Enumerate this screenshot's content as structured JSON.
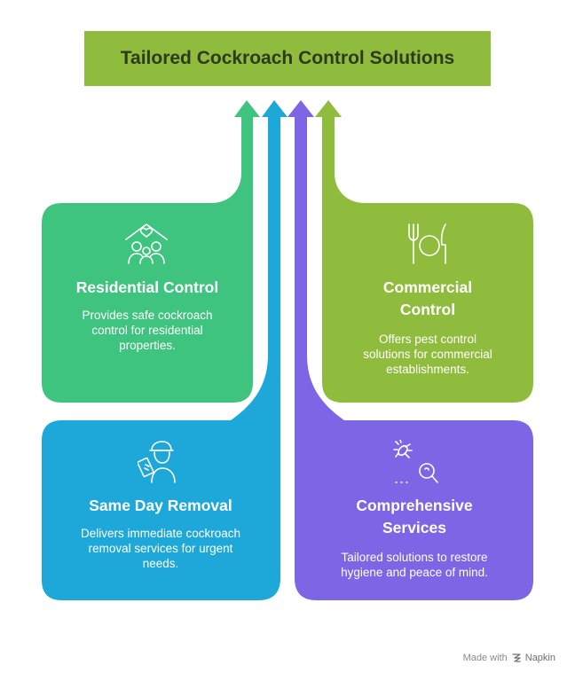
{
  "title": "Tailored Cockroach Control Solutions",
  "colors": {
    "title_bg": "#8fbc3c",
    "residential": "#3ec47f",
    "commercial": "#8fbc3c",
    "same_day": "#1ea7d9",
    "comprehensive": "#7c66e6"
  },
  "cards": {
    "residential": {
      "title": "Residential Control",
      "desc": [
        "Provides safe cockroach",
        "control for residential",
        "properties."
      ],
      "icon": "family-home-icon"
    },
    "commercial": {
      "title": [
        "Commercial",
        "Control"
      ],
      "desc": [
        "Offers pest control",
        "solutions for commercial",
        "establishments."
      ],
      "icon": "dining-utensils-icon"
    },
    "same_day": {
      "title": "Same Day Removal",
      "desc": [
        "Delivers immediate cockroach",
        "removal services for urgent",
        "needs."
      ],
      "icon": "technician-icon"
    },
    "comprehensive": {
      "title": [
        "Comprehensive",
        "Services"
      ],
      "desc": [
        "Tailored solutions to restore",
        "hygiene and peace of mind."
      ],
      "icon": "bug-search-icon"
    }
  },
  "footer": {
    "made_with": "Made with",
    "brand": "Napkin"
  }
}
